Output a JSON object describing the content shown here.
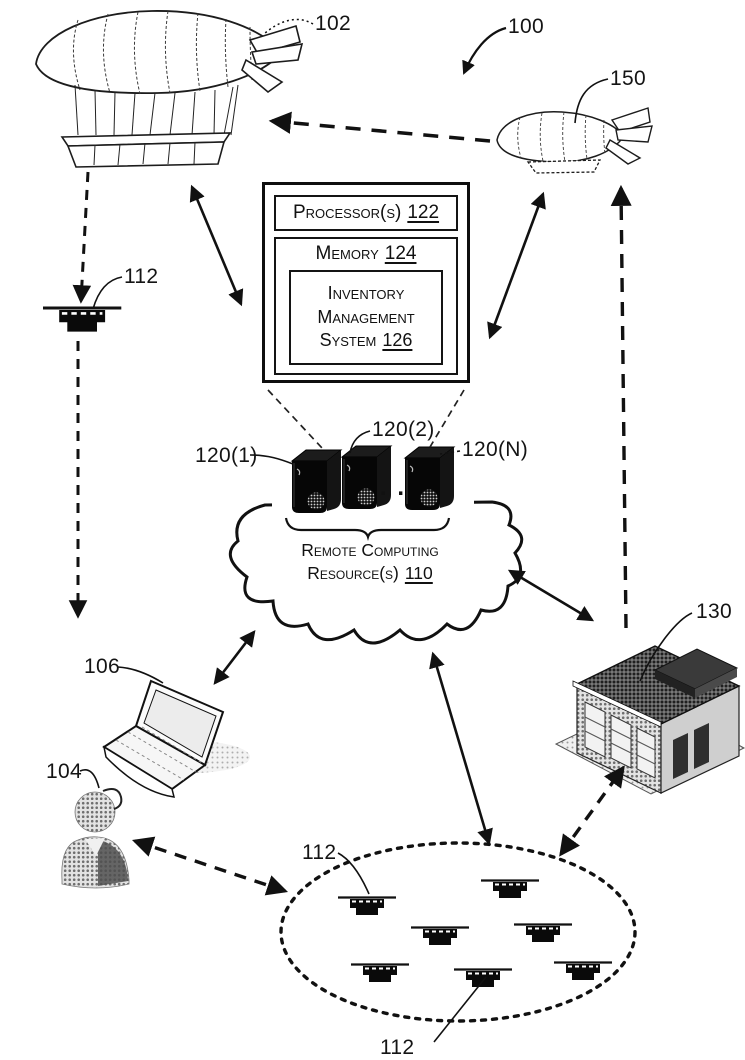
{
  "figure_refs": {
    "system": "100",
    "airship": "102",
    "delivery_airship": "150",
    "uav_left": "112",
    "uav_swarm": "112",
    "uav_swarm_2": "112",
    "user": "104",
    "computer": "106",
    "facility": "130",
    "server_1": "120(1)",
    "server_2": "120(2)",
    "server_n": "120(N)",
    "server_ellipsis": ". ."
  },
  "processor_box": {
    "processors_label": "Processor(s)",
    "processors_ref": "122",
    "memory_label": "Memory",
    "memory_ref": "124",
    "ims_line1": "Inventory",
    "ims_line2": "Management",
    "ims_line3": "System",
    "ims_ref": "126"
  },
  "cloud": {
    "line1": "Remote Computing",
    "line2": "Resource(s)",
    "ref": "110"
  },
  "colors": {
    "ink": "#111111",
    "paper": "#ffffff"
  }
}
